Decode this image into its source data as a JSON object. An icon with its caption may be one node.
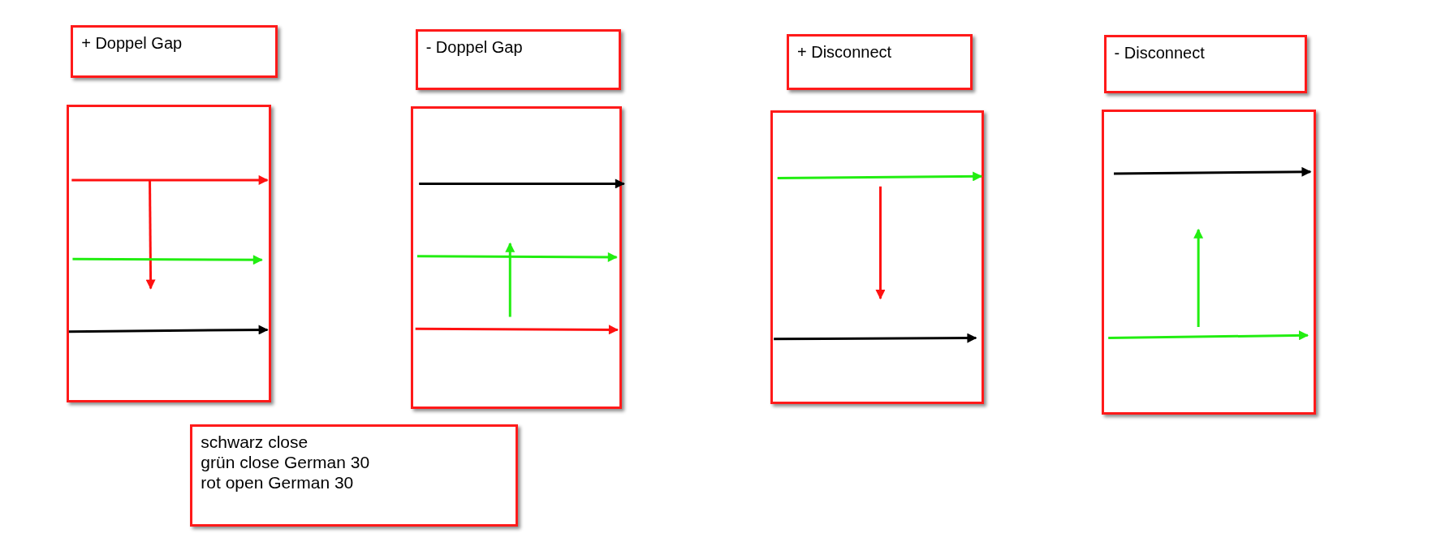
{
  "diagram": {
    "nodes": [
      {
        "text": [
          "+ Doppel Gap"
        ]
      },
      {
        "text": [
          "- Doppel Gap"
        ]
      },
      {
        "text": [
          "+ Disconnect"
        ]
      },
      {
        "text": [
          "- Disconnect"
        ]
      },
      {
        "text": [],
        "shape": "box"
      },
      {
        "text": [],
        "shape": "box"
      },
      {
        "text": [],
        "shape": "box"
      },
      {
        "text": [],
        "shape": "box"
      },
      {
        "text": [
          "schwarz close",
          "grün close German 30",
          "rot open German 30"
        ]
      }
    ]
  }
}
